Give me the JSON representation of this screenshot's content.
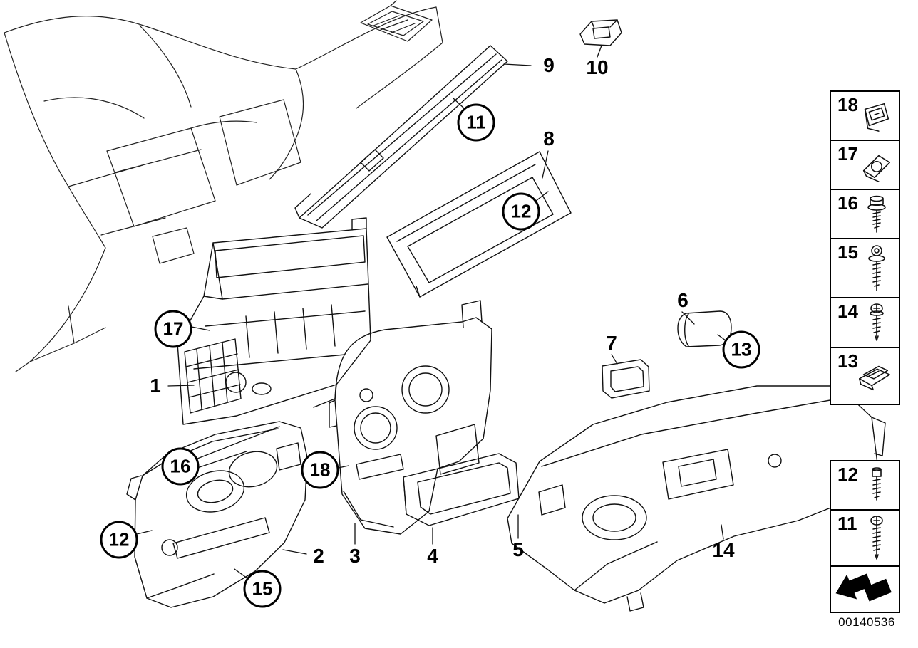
{
  "diagram": {
    "id": "00140536"
  },
  "callouts": {
    "plain": [
      {
        "label": "9"
      },
      {
        "label": "10"
      },
      {
        "label": "8"
      },
      {
        "label": "6"
      },
      {
        "label": "7"
      },
      {
        "label": "1"
      },
      {
        "label": "2"
      },
      {
        "label": "3"
      },
      {
        "label": "4"
      },
      {
        "label": "5"
      },
      {
        "label": "14"
      }
    ],
    "circled": [
      {
        "label": "11"
      },
      {
        "label": "12"
      },
      {
        "label": "17"
      },
      {
        "label": "16"
      },
      {
        "label": "18"
      },
      {
        "label": "12"
      },
      {
        "label": "15"
      },
      {
        "label": "13"
      }
    ]
  },
  "sidebar": {
    "fastener_refs": [
      {
        "label": "18",
        "icon": "sheet-metal-clip-icon"
      },
      {
        "label": "17",
        "icon": "speed-nut-clip-icon"
      },
      {
        "label": "16",
        "icon": "hex-head-screw-icon"
      },
      {
        "label": "15",
        "icon": "washer-screw-icon"
      },
      {
        "label": "14",
        "icon": "pan-head-screw-icon"
      },
      {
        "label": "13",
        "icon": "retaining-clip-icon"
      },
      {
        "label": "12",
        "icon": "cylinder-head-screw-icon"
      },
      {
        "label": "11",
        "icon": "long-pan-screw-icon"
      }
    ],
    "arrow_icon": "direction-arrow-icon"
  }
}
